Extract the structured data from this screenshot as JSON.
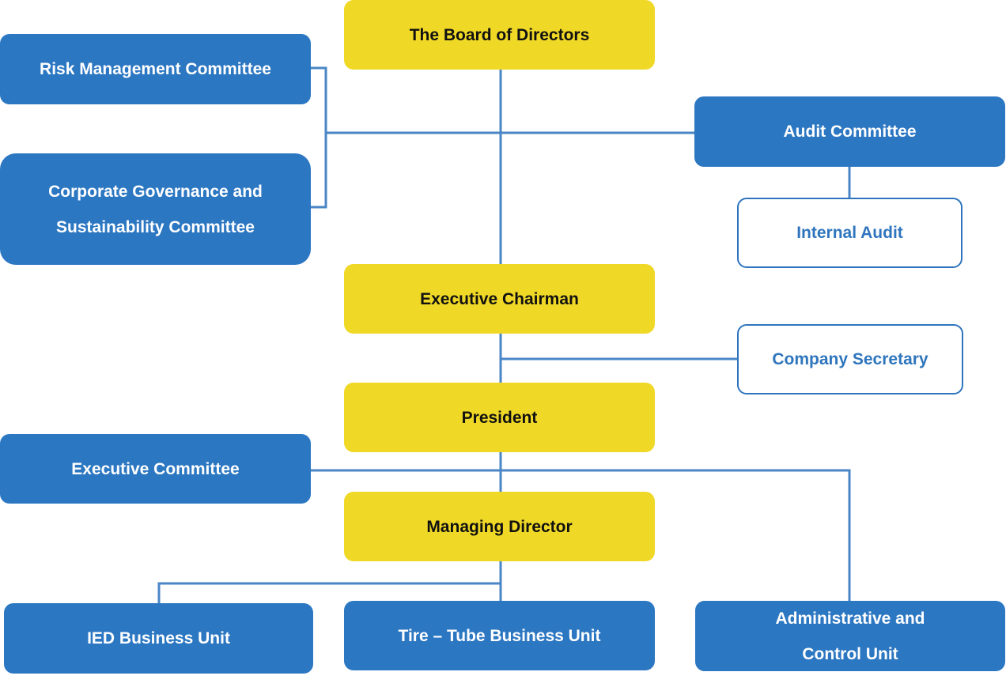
{
  "colors": {
    "executive": "#f0d926",
    "committee": "#2c77c2",
    "support_border": "#2f75bd",
    "connector": "#4a86c6"
  },
  "nodes": {
    "board": "The Board of Directors",
    "risk": "Risk Management Committee",
    "governance_line1": "Corporate Governance and",
    "governance_line2": "Sustainability Committee",
    "audit_committee": "Audit Committee",
    "internal_audit": "Internal Audit",
    "executive_chairman": "Executive Chairman",
    "company_secretary": "Company Secretary",
    "president": "President",
    "executive_committee": "Executive Committee",
    "managing_director": "Managing Director",
    "ied": "IED Business Unit",
    "tire_tube": "Tire – Tube Business Unit",
    "admin_line1": "Administrative and",
    "admin_line2": "Control Unit"
  }
}
